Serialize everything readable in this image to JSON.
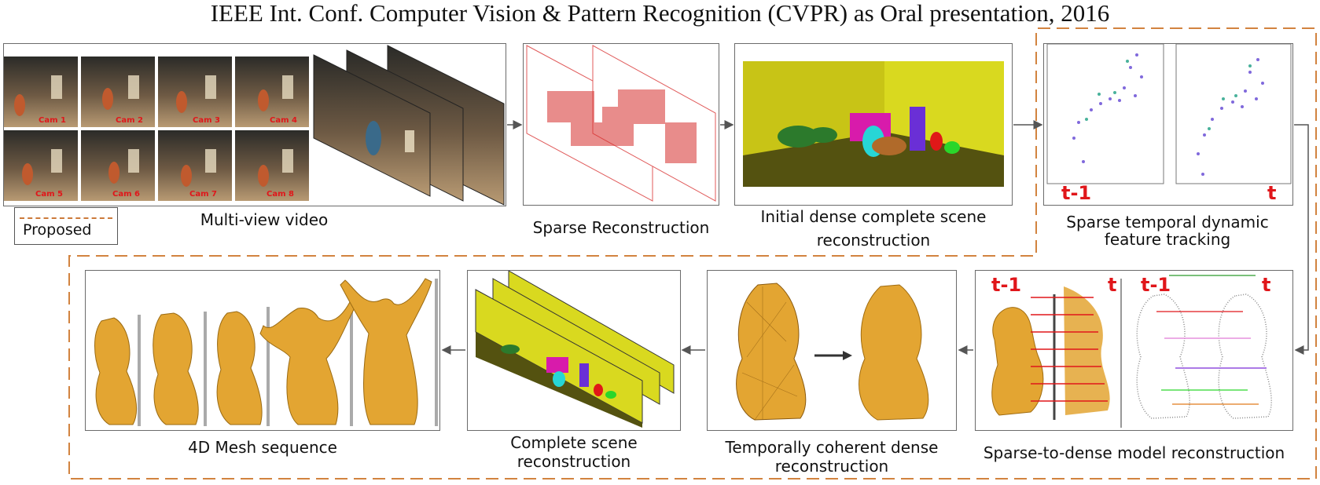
{
  "header": {
    "title": "IEEE Int. Conf. Computer Vision & Pattern Recognition (CVPR) as Oral presentation, 2016"
  },
  "legend": {
    "label": "Proposed"
  },
  "colors": {
    "dashed_box": "#d2833f",
    "arrow": "#555555",
    "sparse_points": "#d6302e",
    "scene_wall": "#d9d91f",
    "mesh": "#e3a532",
    "red_label": "#e0161a"
  },
  "pipeline": {
    "multi_view": {
      "caption": "Multi-view video",
      "cams": [
        "Cam 1",
        "Cam 2",
        "Cam 3",
        "Cam 4",
        "Cam 5",
        "Cam 6",
        "Cam 7",
        "Cam 8"
      ]
    },
    "sparse": {
      "caption": "Sparse Reconstruction"
    },
    "initial_dense": {
      "caption_line1": "Initial dense complete scene",
      "caption_line2": "reconstruction"
    },
    "tracking": {
      "caption_line1": "Sparse temporal dynamic",
      "caption_line2": "feature tracking",
      "label_prev": "t-1",
      "label_curr": "t"
    },
    "sparse_to_dense": {
      "caption": "Sparse-to-dense model reconstruction",
      "label_prev_a": "t-1",
      "label_curr_a": "t",
      "label_prev_b": "t-1",
      "label_curr_b": "t"
    },
    "temporal_dense": {
      "caption_line1": "Temporally coherent dense",
      "caption_line2": "reconstruction"
    },
    "complete_scene": {
      "caption_line1": "Complete scene",
      "caption_line2": "reconstruction"
    },
    "mesh_seq": {
      "caption": "4D Mesh sequence"
    }
  }
}
